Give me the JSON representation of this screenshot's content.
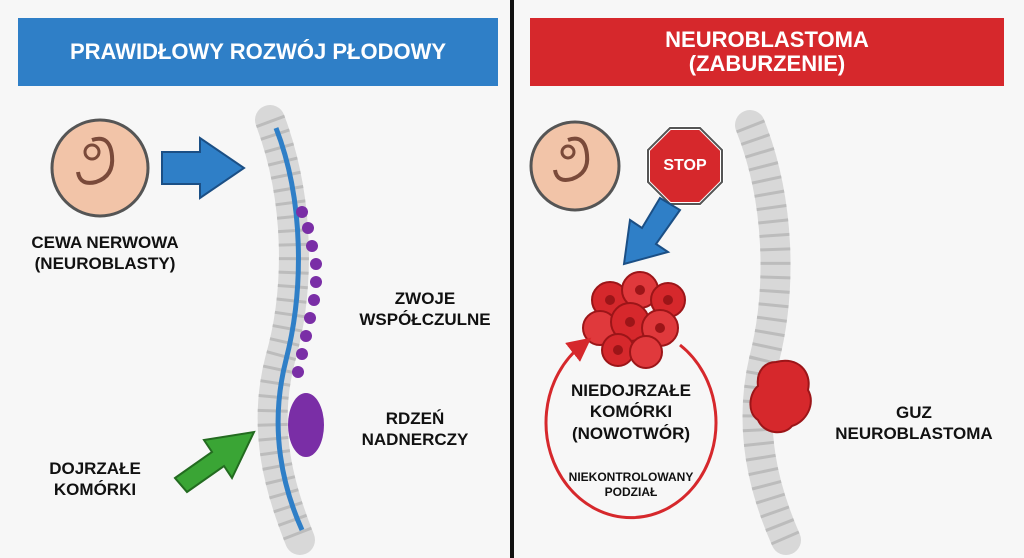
{
  "left": {
    "title": "PRAWIDŁOWY ROZWÓJ PŁODOWY",
    "neural_tube": [
      "CEWA NERWOWA",
      "(NEUROBLASTY)"
    ],
    "ganglia": [
      "ZWOJE",
      "WSPÓŁCZULNE"
    ],
    "adrenal": [
      "RDZEŃ",
      "NADNERCZY"
    ],
    "mature": [
      "DOJRZAŁE",
      "KOMÓRKI"
    ]
  },
  "right": {
    "title": [
      "NEUROBLASTOMA",
      "(ZABURZENIE)"
    ],
    "stop": "STOP",
    "immature": [
      "NIEDOJRZAŁE",
      "KOMÓRKI",
      "(NOWOTWÓR)"
    ],
    "division": [
      "NIEKONTROLOWANY",
      "PODZIAŁ"
    ],
    "tumor": [
      "GUZ",
      "NEUROBLASTOMA"
    ]
  },
  "colors": {
    "blue": "#2f7fc7",
    "red": "#d6282c",
    "purple": "#7a2ea6",
    "green": "#3aa535",
    "embryo": "#f2c4a8"
  }
}
